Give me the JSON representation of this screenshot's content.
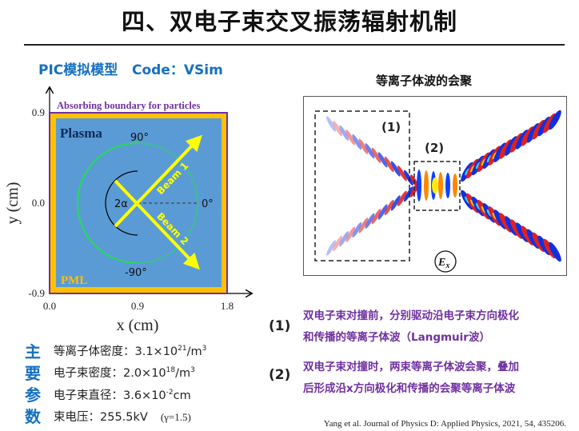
{
  "title": "四、双电子束交叉振荡辐射机制",
  "left": {
    "heading": "PIC模拟模型   Code：VSim",
    "diagram": {
      "boundary_label": "Absorbing boundary for particles",
      "plasma_label": "Plasma",
      "pml_label": "PML",
      "beam1_label": "Beam 1",
      "beam2_label": "Beam 2",
      "angle_90": "90°",
      "angle_0": "0°",
      "angle_neg90": "-90°",
      "angle_2alpha": "2α",
      "y_ticks": [
        "0.9",
        "0.0",
        "-0.9"
      ],
      "x_ticks": [
        "0.0",
        "0.9",
        "1.8"
      ],
      "x_label": "x (cm)",
      "y_label": "y (cm)",
      "colors": {
        "plasma": "#5b9bd5",
        "pml": "#ffc000",
        "boundary": "#7030a0",
        "beam": "#ffff00",
        "circle": "#22dd55"
      }
    },
    "params_heading": [
      "主",
      "要",
      "参",
      "数"
    ],
    "params": [
      {
        "label": "等离子体密度：",
        "pre": "3.1×10",
        "exp": "21",
        "post": "/m",
        "exp2": "3"
      },
      {
        "label": "电子束密度：",
        "pre": "2.0×10",
        "exp": "18",
        "post": "/m",
        "exp2": "3"
      },
      {
        "label": "电子束直径：",
        "pre": "3.6×10",
        "exp": "-2",
        "post": "cm",
        "exp2": ""
      },
      {
        "label": "束电压：",
        "pre": "255.5kV",
        "exp": "",
        "post": "",
        "exp2": "",
        "gamma": "(γ=1.5)"
      }
    ]
  },
  "right": {
    "heading": "等离子体波的会聚",
    "figure": {
      "box1_label": "(1)",
      "box2_label": "(2)",
      "field_label": "E",
      "field_sub": "x"
    },
    "notes": [
      {
        "num": "(1)",
        "lines": [
          "双电子束对撞前，分别驱动沿电子束方向极化",
          "和传播的等离子体波（Langmuir波）"
        ]
      },
      {
        "num": "(2)",
        "lines": [
          "双电子束对撞时，两束等离子体波会聚，叠加",
          "后形成沿x方向极化和传播的会聚等离子体波"
        ]
      }
    ],
    "citation": "Yang et al. Journal of Physics D: Applied Physics, 2021, 54, 435206."
  }
}
